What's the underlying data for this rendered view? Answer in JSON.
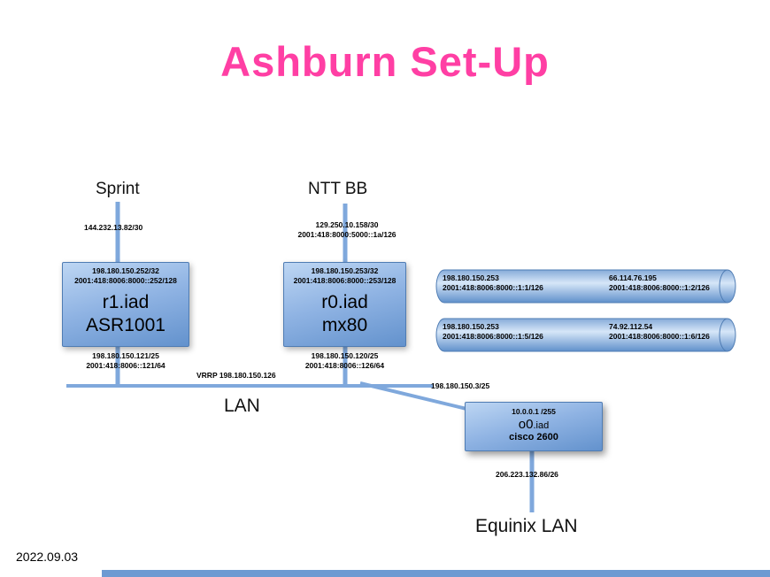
{
  "title": "Ashburn Set-Up",
  "date": "2022.09.03",
  "uplinks": {
    "sprint": {
      "label": "Sprint",
      "ip": "144.232.13.82/30"
    },
    "ntt": {
      "label": "NTT BB",
      "ip1": "129.250.10.158/30",
      "ip2": "2001:418:8000:5000::1a/126"
    }
  },
  "routers": {
    "r1": {
      "ip1": "198.180.150.252/32",
      "ip2": "2001:418:8006:8000::252/128",
      "name": "r1.iad",
      "model": "ASR1001",
      "lan_ip1": "198.180.150.121/25",
      "lan_ip2": "2001:418:8006::121/64"
    },
    "r0": {
      "ip1": "198.180.150.253/32",
      "ip2": "2001:418:8006:8000::253/128",
      "name": "r0.iad",
      "model": "mx80",
      "lan_ip1": "198.180.150.120/25",
      "lan_ip2": "2001:418:8006::126/64"
    },
    "o0": {
      "ip": "10.0.0.1 /255",
      "name": "o0",
      "name_suffix": ".iad",
      "model": "cisco 2600",
      "uplink_ip": "198.180.150.3/25",
      "downlink_ip": "206.223.132.86/26"
    }
  },
  "tunnels": [
    {
      "left1": "198.180.150.253",
      "left2": "2001:418:8006:8000::1:1/126",
      "right1": "66.114.76.195",
      "right2": "2001:418:8006:8000::1:2/126"
    },
    {
      "left1": "198.180.150.253",
      "left2": "2001:418:8006:8000::1:5/126",
      "right1": "74.92.112.54",
      "right2": "2001:418:8006:8000::1:6/126"
    }
  ],
  "lan": {
    "label": "LAN",
    "vrrp": "VRRP 198.180.150.126"
  },
  "equinix": {
    "label": "Equinix LAN"
  },
  "colors": {
    "title_pink": "#ff3fa4",
    "node_blue": "#6392cd",
    "line_blue": "#7fa8dc"
  }
}
